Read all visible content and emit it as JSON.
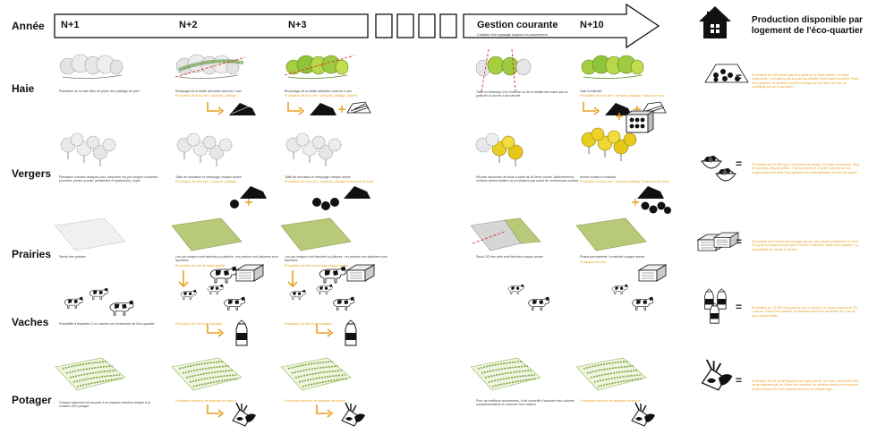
{
  "header": {
    "annee_label": "Année",
    "timeline": [
      "N+1",
      "N+2",
      "N+3",
      "Gestion courante",
      "N+10"
    ],
    "timeline_subcaption": "Création d'un paysage toujours en mouvement",
    "production_title_line1": "Production disponible par",
    "production_title_line2": "logement de l'éco-quartier"
  },
  "rows": [
    "Haie",
    "Vergers",
    "Prairies",
    "Vaches",
    "Potager"
  ],
  "captions": {
    "haie": [
      "Plantation de la haie\nMise en place d'un paillage au pied",
      "Recépage de la strate arbustive tous les 2 ans",
      "Émondage de la strate arbustive tous les 2 ans",
      "Taille en têtard/go d'un émonde ou de la totalité des haies par un praticien à donner à la maturité",
      "Haie à maturité"
    ],
    "haie_orange": [
      "Production de bois vert : compost, paillage",
      "Production de bois vert : compost, paillage, bûches",
      "Production de bois vert : compost, paillage, bûches de bois"
    ],
    "vergers": [
      "Plantation d'arbres antiques pour compléter les pré-vergers existants : pommier, poirier, prunier (mirabelles et quetsches), noyer",
      "Taille de formation et nettoyage chaque année",
      "Taille de formation et nettoyage chaque année",
      "Récolte raisonnée de fruits à partir de la 5ème année. Naturellement, certains arbres fruitiers ne produisent pas avant de nombreuses années",
      "Arbres fruitiers à maturité"
    ],
    "vergers_orange": [
      "Production de bois vert : compost, paillage",
      "Production de bois vert : compost, paillage\nProduction de fruits",
      "Production de bois vert : compost, paillage\nProduction de fruits"
    ],
    "prairies": [
      "Semis des prairies",
      "Les pré-vergers sont fauchés ou pâturés : les prairies non pâturées sont fauchées",
      "Les pré-vergers sont fauchés ou pâturés : les prairies non pâturées sont fauchées",
      "Seuls 2/3 des prés sont fauchés chaque année",
      "Prairie permanente, à maturité chaque année"
    ],
    "prairies_orange": [
      "Production de foin de haute qualité",
      "Production de foin et fourrage chaque année",
      "Production de foin"
    ],
    "vaches": [
      "Possibilité d'implanter 2 à 4 vaches sur l'ensemble de l'éco-quartier",
      "Production de lait et de fromages",
      "Production de lait et de fromages"
    ],
    "potager": [
      "Chaque logement est associé à un espace extérieur adapté à la création d'un potager",
      "Production annuelle de légumes de saison",
      "Production annuelle de légumes de saison",
      "Pour de meilleurs rendements, il est conseillé d'associer des cultures complémentaires et d'assurer leur rotation",
      "Production annuelle de légumes de saison"
    ]
  },
  "production": [
    "Production de 400 stères par an à partir de la 3ème année.\nUn foyer consomme 7 à 8 stères par an pour se chauffer (trois foyers environ). Dans l'éco-quartier, ce système fournit en moyenne une stère de bois de chauffage par an et par foyer.",
    "Production de 10 000 kg en moyenne par année.\nUn foyer consomme 15kg de pommes, 8kg de poires, 7 kg de prunes et 3 kg de noix par an. Les vergers assurent dans l'éco-quartier une autosuffisance de tous les foyers.",
    "Production de 8 tonnes de fourrage par an.\nUne vache consomme en hiver 25 kg de fourrage par jour (soit 5 tonnes à l'année). Dans l'éco-quartier, il y a possibilité de nourrir 2 vaches.",
    "Production de 14 000 litres par an pour 4 vaches.\nUn foyer consomme 200 L par an. Dans l'éco-quartier, ce système fournit en moyenne 40 L par an pour chaque foyer.",
    "Production de 20 kg de légumes par foyer par an.\nUn foyer consomme 300 kg de légumes par an. Dans l'éco-quartier, ce système assure en moyenne un peu moins d'1/3 des besoins annuels de chaque foyer."
  ],
  "colors": {
    "orange": "#e8a020",
    "green_yellow": "#8fc43a",
    "yellow": "#e8d020",
    "grass": "#b8c97a",
    "red_dash": "#d8342a"
  },
  "icons": [
    "house-icon",
    "arrow-icon",
    "woodpile-icon",
    "fruit-basket-icon",
    "hay-bale-icon",
    "milk-bottle-icon",
    "vegetables-icon",
    "cow-icon",
    "tree-icon"
  ]
}
